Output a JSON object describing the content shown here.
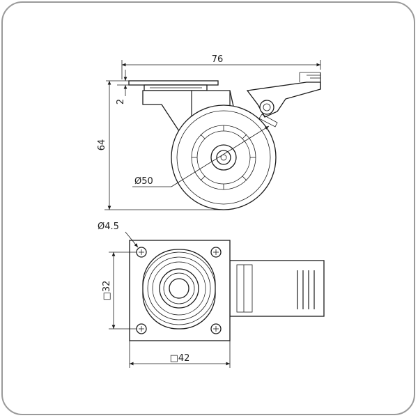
{
  "drawing": {
    "side_view": {
      "overall_width": "76",
      "plate_thickness": "2",
      "overall_height": "64",
      "wheel_diameter": "Ø50"
    },
    "top_view": {
      "hole_diameter": "Ø4.5",
      "hole_spacing": "□32",
      "plate_size": "□42"
    }
  }
}
